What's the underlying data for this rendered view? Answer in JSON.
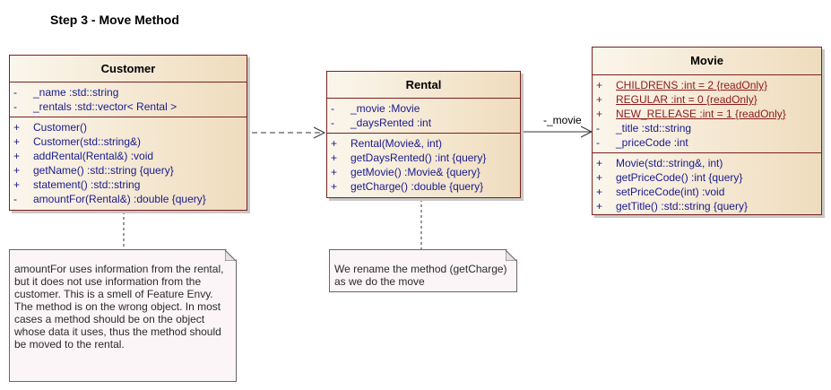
{
  "title": "Step 3 - Move Method",
  "customer": {
    "name": "Customer",
    "attributes": [
      {
        "vis": "-",
        "text": "_name  :std::string"
      },
      {
        "vis": "-",
        "text": "_rentals  :std::vector< Rental >"
      }
    ],
    "operations": [
      {
        "vis": "+",
        "text": "Customer()"
      },
      {
        "vis": "+",
        "text": "Customer(std::string&)"
      },
      {
        "vis": "+",
        "text": "addRental(Rental&)  :void"
      },
      {
        "vis": "+",
        "text": "getName()  :std::string {query}"
      },
      {
        "vis": "+",
        "text": "statement()  :std::string"
      },
      {
        "vis": "-",
        "text": "amountFor(Rental&)  :double {query}"
      }
    ]
  },
  "rental": {
    "name": "Rental",
    "attributes": [
      {
        "vis": "-",
        "text": "_movie  :Movie"
      },
      {
        "vis": "-",
        "text": "_daysRented  :int"
      }
    ],
    "operations": [
      {
        "vis": "+",
        "text": "Rental(Movie&, int)"
      },
      {
        "vis": "+",
        "text": "getDaysRented()  :int {query}"
      },
      {
        "vis": "+",
        "text": "getMovie()  :Movie& {query}"
      },
      {
        "vis": "+",
        "text": "getCharge()  :double {query}"
      }
    ]
  },
  "movie": {
    "name": "Movie",
    "attributes": [
      {
        "vis": "+",
        "text": "CHILDRENS  :int = 2 {readOnly}",
        "static": true
      },
      {
        "vis": "+",
        "text": "REGULAR  :int = 0 {readOnly}",
        "static": true
      },
      {
        "vis": "+",
        "text": "NEW_RELEASE  :int = 1 {readOnly}",
        "static": true
      },
      {
        "vis": "-",
        "text": "_title  :std::string"
      },
      {
        "vis": "-",
        "text": "_priceCode  :int"
      }
    ],
    "operations": [
      {
        "vis": "+",
        "text": "Movie(std::string&, int)"
      },
      {
        "vis": "+",
        "text": "getPriceCode()  :int {query}"
      },
      {
        "vis": "+",
        "text": "setPriceCode(int)  :void"
      },
      {
        "vis": "+",
        "text": "getTitle()  :std::string {query}"
      }
    ]
  },
  "association_label": "-_movie",
  "note_customer": "amountFor uses information from the rental, but it does not use information from the customer. This is a smell of Feature Envy.\nThe method is on the wrong object. In most cases a method should be on the object whose data it uses, thus the method should be moved to the rental.",
  "note_rental": "We rename the method (getCharge) as we do the move",
  "colors": {
    "class_border": "#7a1f1f",
    "member_text": "#1a1a8c",
    "static_text": "#8b1a1a",
    "note_bg": "#fbf5f8"
  }
}
